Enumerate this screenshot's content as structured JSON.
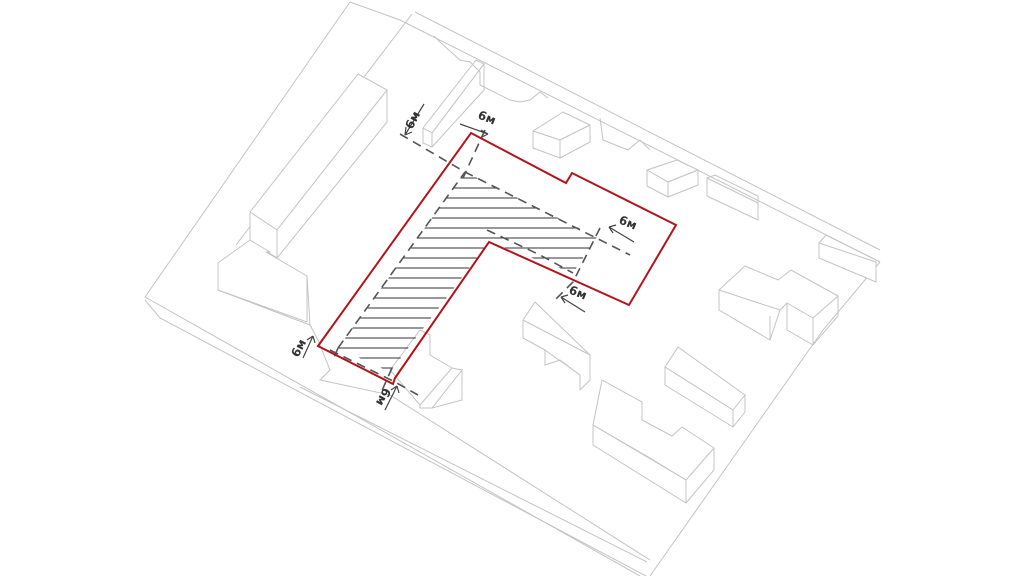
{
  "diagram": {
    "type": "axonometric site plan",
    "colors": {
      "site_boundary": "#b3141b",
      "context": "#c4c4c4",
      "hatch": "#333333"
    },
    "setback_labels": [
      "6м",
      "6м",
      "6м",
      "6м",
      "6м",
      "6м"
    ]
  }
}
